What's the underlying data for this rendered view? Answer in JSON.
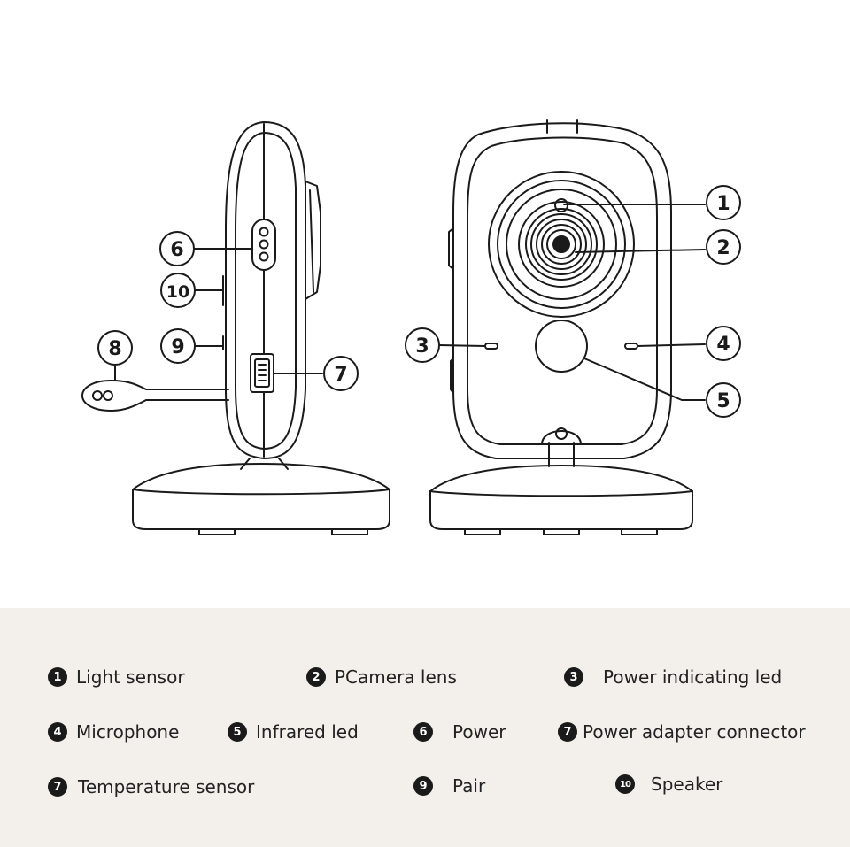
{
  "callouts": {
    "c1": "1",
    "c2": "2",
    "c3": "3",
    "c4": "4",
    "c5": "5",
    "c6": "6",
    "c7": "7",
    "c8": "8",
    "c9": "9",
    "c10": "10"
  },
  "legend": [
    {
      "num": "1",
      "label": "Light sensor"
    },
    {
      "num": "2",
      "label": "PCamera lens"
    },
    {
      "num": "3",
      "label": "Power indicating led"
    },
    {
      "num": "4",
      "label": "Microphone"
    },
    {
      "num": "5",
      "label": "Infrared led"
    },
    {
      "num": "6",
      "label": "Power"
    },
    {
      "num": "7",
      "label": "Power adapter connector"
    },
    {
      "num": "7",
      "label": "Temperature sensor"
    },
    {
      "num": "9",
      "label": "Pair"
    },
    {
      "num": "10",
      "label": "Speaker"
    }
  ],
  "colors": {
    "line": "#1a1a1a",
    "legend_bg": "#f3efeb",
    "badge": "#1a1a1a"
  }
}
